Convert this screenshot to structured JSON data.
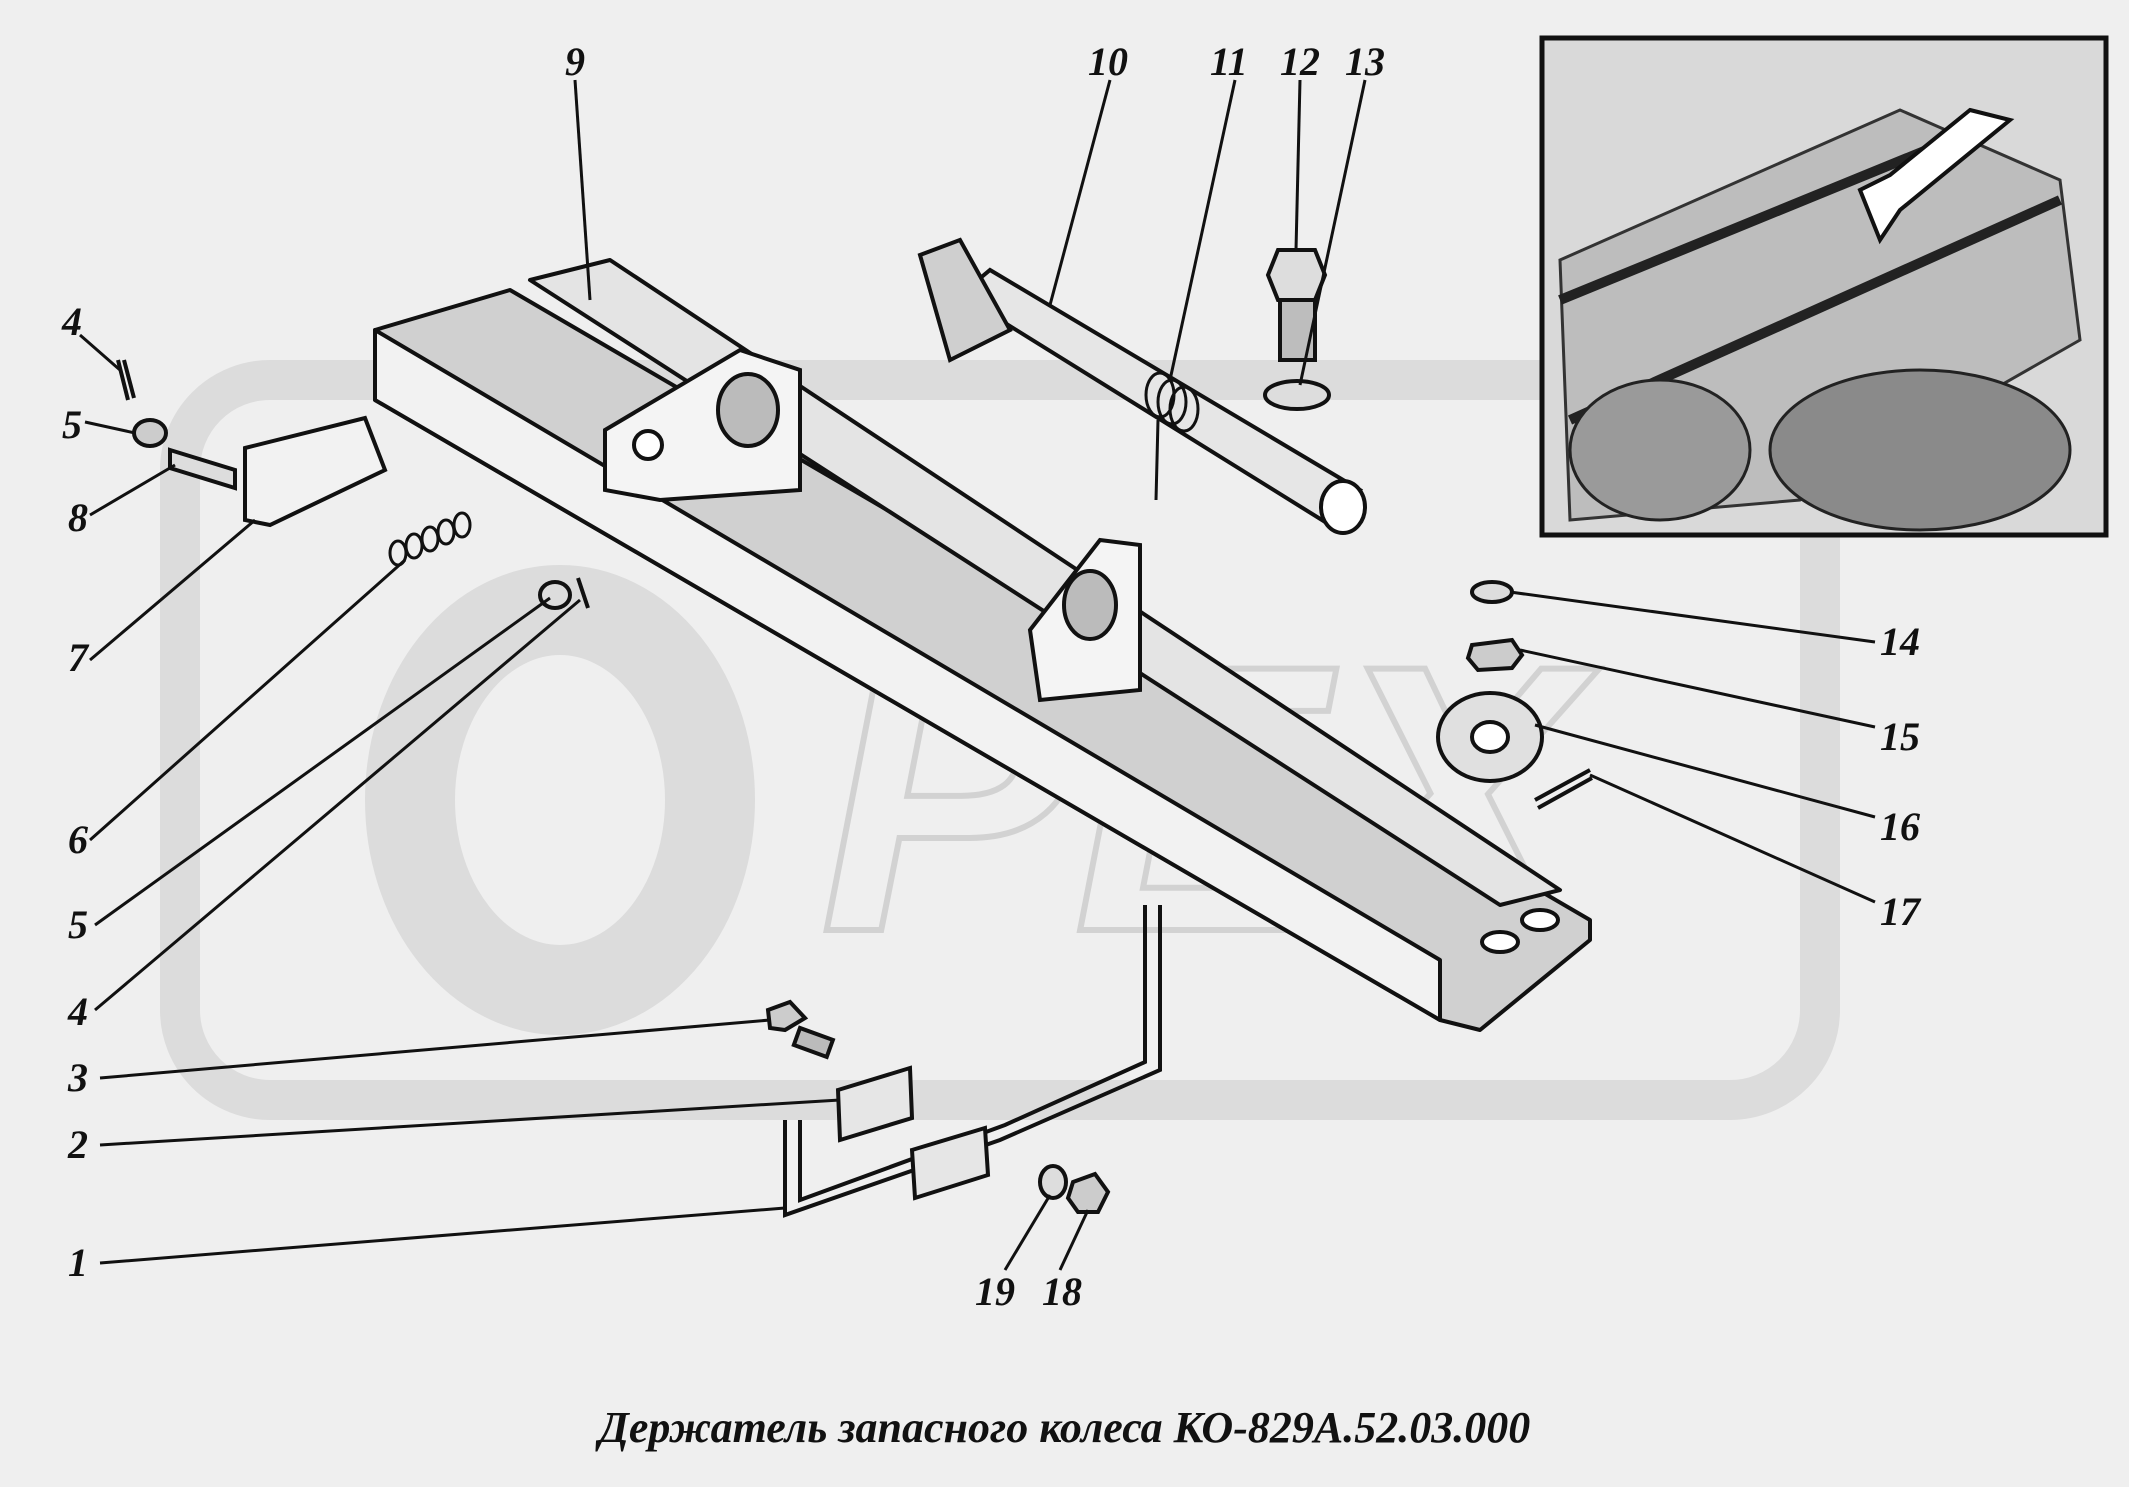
{
  "caption": "Держатель запасного колеса КО-829А.52.03.000",
  "watermark": "ОРЕХ",
  "colors": {
    "background": "#efefef",
    "watermark": "#dcdcdc",
    "ink": "#111111",
    "part_fill": "#f4f4f4",
    "part_shade": "#c8c8c8"
  },
  "callouts": [
    {
      "id": "1",
      "text": "1"
    },
    {
      "id": "2",
      "text": "2"
    },
    {
      "id": "3",
      "text": "3"
    },
    {
      "id": "4a",
      "text": "4"
    },
    {
      "id": "4b",
      "text": "4"
    },
    {
      "id": "5a",
      "text": "5"
    },
    {
      "id": "5b",
      "text": "5"
    },
    {
      "id": "6",
      "text": "6"
    },
    {
      "id": "7",
      "text": "7"
    },
    {
      "id": "8",
      "text": "8"
    },
    {
      "id": "9",
      "text": "9"
    },
    {
      "id": "10",
      "text": "10"
    },
    {
      "id": "11",
      "text": "11"
    },
    {
      "id": "12",
      "text": "12"
    },
    {
      "id": "13",
      "text": "13"
    },
    {
      "id": "14",
      "text": "14"
    },
    {
      "id": "15",
      "text": "15"
    },
    {
      "id": "16",
      "text": "16"
    },
    {
      "id": "17",
      "text": "17"
    },
    {
      "id": "18",
      "text": "18"
    },
    {
      "id": "19",
      "text": "19"
    }
  ]
}
